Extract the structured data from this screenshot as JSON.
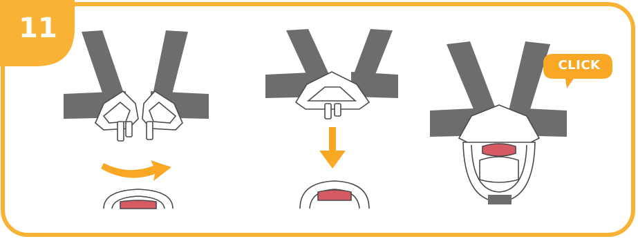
{
  "step": {
    "number": "11"
  },
  "callout": {
    "text": "CLICK"
  },
  "colors": {
    "frame": "#f9b233",
    "strap": "#6d6c6f",
    "buckle_outline": "#4a4a4a",
    "latch_red": "#d65a63",
    "arrow": "#f9a825",
    "background": "#ffffff"
  },
  "panels": [
    {
      "id": "separate-tongues"
    },
    {
      "id": "join-tongues"
    },
    {
      "id": "buckle-click"
    }
  ]
}
